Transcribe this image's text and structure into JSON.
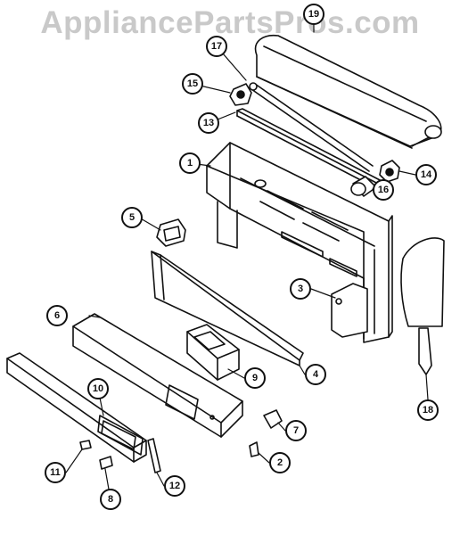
{
  "watermark": "AppliancePartsPros.com",
  "callouts": {
    "c1": "1",
    "c2": "2",
    "c3": "3",
    "c4": "4",
    "c5": "5",
    "c6": "6",
    "c7": "7",
    "c8": "8",
    "c9": "9",
    "c10": "10",
    "c11": "11",
    "c12": "12",
    "c13": "13",
    "c14": "14",
    "c15": "15",
    "c16": "16",
    "c17": "17",
    "c18": "18",
    "c19": "19"
  }
}
